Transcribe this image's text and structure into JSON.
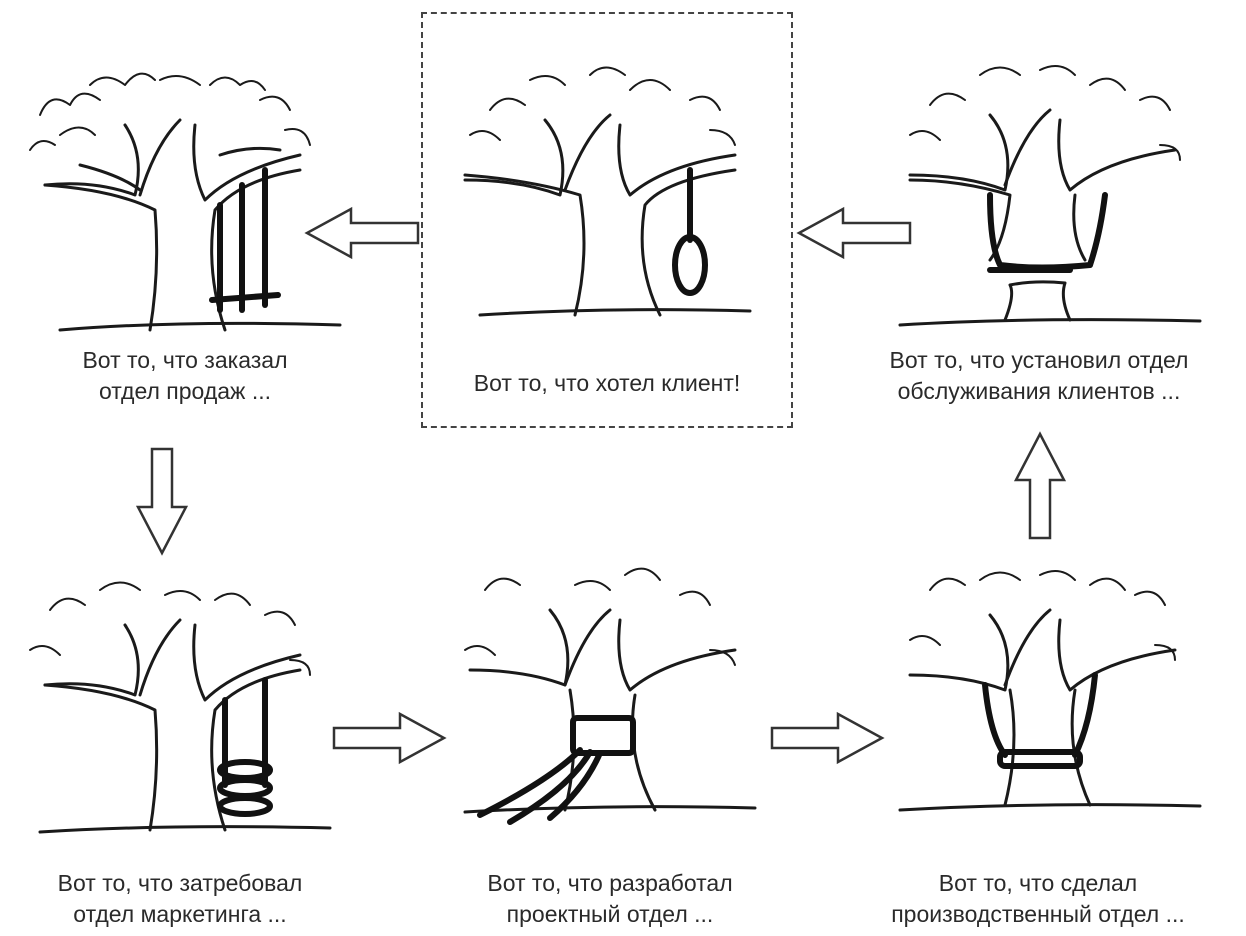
{
  "panels": {
    "sales": {
      "line1": "Вот то, что заказал",
      "line2": "отдел продаж ..."
    },
    "client": {
      "line1": "Вот то, что хотел клиент!"
    },
    "service": {
      "line1": "Вот то, что установил отдел",
      "line2": "обслуживания клиентов ..."
    },
    "marketing": {
      "line1": "Вот то, что затребовал",
      "line2": "отдел маркетинга ..."
    },
    "design": {
      "line1": "Вот то, что разработал",
      "line2": "проектный отдел ..."
    },
    "production": {
      "line1": "Вот то, что сделал",
      "line2": "производственный отдел ..."
    }
  }
}
